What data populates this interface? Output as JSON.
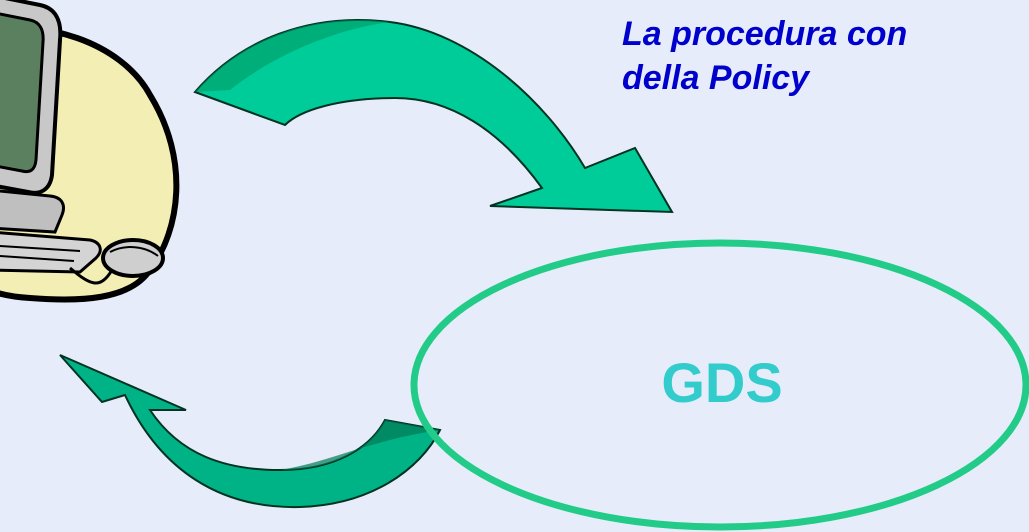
{
  "caption": {
    "line1": "La procedura con",
    "line2": "della Policy"
  },
  "center": {
    "label": "GDS"
  },
  "colors": {
    "background": "#e6ecfa",
    "caption_text": "#0000cc",
    "ellipse_stroke": "#22cc88",
    "gds_text": "#33cccc",
    "arrow_light": "#00cc99",
    "arrow_dark": "#009966",
    "arrow_stroke": "#003322",
    "blob_fill": "#f2eeb4"
  },
  "icons": {
    "computer": "computer-clipart-icon",
    "arrow_top": "curved-arrow-down-right-icon",
    "arrow_bottom": "curved-arrow-up-left-icon"
  }
}
